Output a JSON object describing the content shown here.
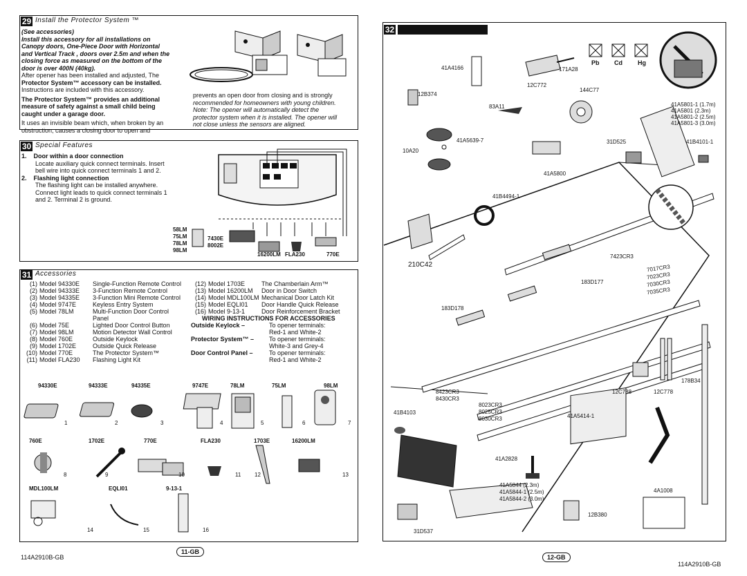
{
  "left": {
    "s29": {
      "num": "29",
      "title": "Install the Protector System ™",
      "see": "(See accessories)",
      "bold_lines": [
        "Install this accessory for all installations on",
        "Canopy doors, One-Piece Door with Horizontal",
        "and Vertical Track , doors over 2.5m and when the",
        "closing force as measured on the bottom of the",
        "door is over 400N (40kg)."
      ],
      "after1": "After opener has been installed and adjusted, The",
      "after2": "Protector System™ accessory can be installed.",
      "after3": "Instructions are included with this accessory.",
      "p2_1": "The Protector System™ provides an additional",
      "p2_2": "measure of safety against a small child being",
      "p2_3": "caught under a garage door.",
      "p3_1": "It uses an invisible beam which, when broken by an",
      "p3_2": "obstruction, causes a closing door to open and",
      "r1": "prevents an open door from closing and is strongly",
      "r2": "recommended for homeowners with young children.",
      "r3": "Note: The opener will automatically detect the",
      "r4": "protector system when it is installed. The opener will",
      "r5": "not close unless the sensors are aligned."
    },
    "s30": {
      "num": "30",
      "title": "Special Features",
      "i1_num": "1.",
      "i1_head": "Door within a door connection",
      "i1_l1": "Locate auxiliary quick connect terminals. Insert",
      "i1_l2": "bell wire into quick connect terminals 1 and 2.",
      "i2_num": "2.",
      "i2_head": "Flashing light connection",
      "i2_l1": "The flashing light can be installed anywhere.",
      "i2_l2": "Connect light leads to quick connect terminals 1",
      "i2_l3": "and 2. Terminal 2 is ground.",
      "models_left": [
        "58LM",
        "75LM",
        "78LM",
        "98LM"
      ],
      "m7430": "7430E",
      "m8002": "8002E",
      "m16200": "16200LM",
      "mfla": "FLA230",
      "m770": "770E"
    },
    "s31": {
      "num": "31",
      "title": "Accessories",
      "rows_left": [
        [
          "(1)",
          "Model 94330E",
          "Single-Function Remote Control"
        ],
        [
          "(2)",
          "Model 94333E",
          "3-Function Remote Control"
        ],
        [
          "(3)",
          "Model 94335E",
          "3-Function Mini Remote Control"
        ],
        [
          "(4)",
          "Model 9747E",
          "Keyless Entry System"
        ],
        [
          "(5)",
          "Model 78LM",
          "Multi-Function Door Control"
        ],
        [
          "",
          "",
          "Panel"
        ],
        [
          "(6)",
          "Model 75E",
          "Lighted Door Control Button"
        ],
        [
          "(7)",
          "Model 98LM",
          "Motion Detector Wall Control"
        ],
        [
          "(8)",
          "Model 760E",
          "Outside Keylock"
        ],
        [
          "(9)",
          "Model 1702E",
          "Outside Quick Release"
        ],
        [
          "(10)",
          "Model 770E",
          "The Protector System™"
        ],
        [
          "(11)",
          "Model FLA230",
          "Flashing Light Kit"
        ]
      ],
      "rows_right": [
        [
          "(12)",
          "Model 1703E",
          "The Chamberlain Arm™"
        ],
        [
          "(13)",
          "Model 16200LM",
          "Door in Door Switch"
        ],
        [
          "(14)",
          "Model MDL100LM",
          "Mechanical Door Latch Kit"
        ],
        [
          "(15)",
          "Model EQLI01",
          "Door Handle Quick Release"
        ],
        [
          "(16)",
          "Model 9-13-1",
          "Door Reinforcement Bracket"
        ]
      ],
      "wiring_head": "WIRING INSTRUCTIONS FOR ACCESSORIES",
      "wiring": [
        [
          "Outside Keylock –",
          "To opener terminals:"
        ],
        [
          "",
          "Red-1 and White-2"
        ],
        [
          "Protector System™ –",
          "To opener terminals:"
        ],
        [
          "",
          "White-3 and Grey-4"
        ],
        [
          "Door Control Panel –",
          "To opener terminals:"
        ],
        [
          "",
          "Red-1 and White-2"
        ]
      ],
      "row1_labels": [
        "94330E",
        "94333E",
        "94335E",
        "9747E",
        "78LM",
        "75LM",
        "98LM"
      ],
      "row2_labels": [
        "760E",
        "1702E",
        "770E",
        "FLA230",
        "1703E",
        "16200LM"
      ],
      "row3_labels": [
        "MDL100LM",
        "EQLI01",
        "9-13-1"
      ],
      "nums": [
        "1",
        "2",
        "3",
        "4",
        "5",
        "6",
        "7",
        "8",
        "9",
        "10",
        "11",
        "12",
        "13",
        "14",
        "15",
        "16"
      ]
    },
    "footer_code": "114A2910B-GB",
    "page": "11-GB"
  },
  "right": {
    "num": "32",
    "parts": {
      "p41A4166": "41A4166",
      "p171A28": "171A28",
      "p12C772": "12C772",
      "p144C77": "144C77",
      "p12B374": "12B374",
      "p83A11": "83A11",
      "p41A5639": "41A5639-7",
      "p10A20": "10A20",
      "p31D525": "31D525",
      "p41B4101": "41B4101-1",
      "p41A5800": "41A5800",
      "p41B4494": "41B4494-1",
      "p210C42": "210C42",
      "p7423CR3": "7423CR3",
      "p7017": "7017CR3",
      "p7023": "7023CR3",
      "p7030": "7030CR3",
      "p7035": "7035CR3",
      "p183D177": "183D177",
      "p183D178": "183D178",
      "p8423": "8423CR3",
      "p8430": "8430CR3",
      "p8023": "8023CR3",
      "p8025": "8025CR3",
      "p8030": "8030CR3",
      "p41B4103": "41B4103",
      "p12C788": "12C788",
      "p12C778": "12C778",
      "p178B34": "178B34",
      "p41A5414": "41A5414-1",
      "p41A2828": "41A2828",
      "p41A5844a": "41A5844 (2.3m)",
      "p41A5844b": "41A5844-1 (2.5m)",
      "p41A5844c": "41A5844-2 (3.0m)",
      "p12B380": "12B380",
      "p31D537": "31D537",
      "p4A1008": "4A1008",
      "chain": [
        "41A5801-1 (1.7m)",
        "41A5801    (2.3m)",
        "41A5801-2 (2.5m)",
        "41A5801-3 (3.0m)"
      ],
      "metals": [
        "Pb",
        "Cd",
        "Hg"
      ]
    },
    "footer_code": "114A2910B-GB",
    "page": "12-GB"
  }
}
